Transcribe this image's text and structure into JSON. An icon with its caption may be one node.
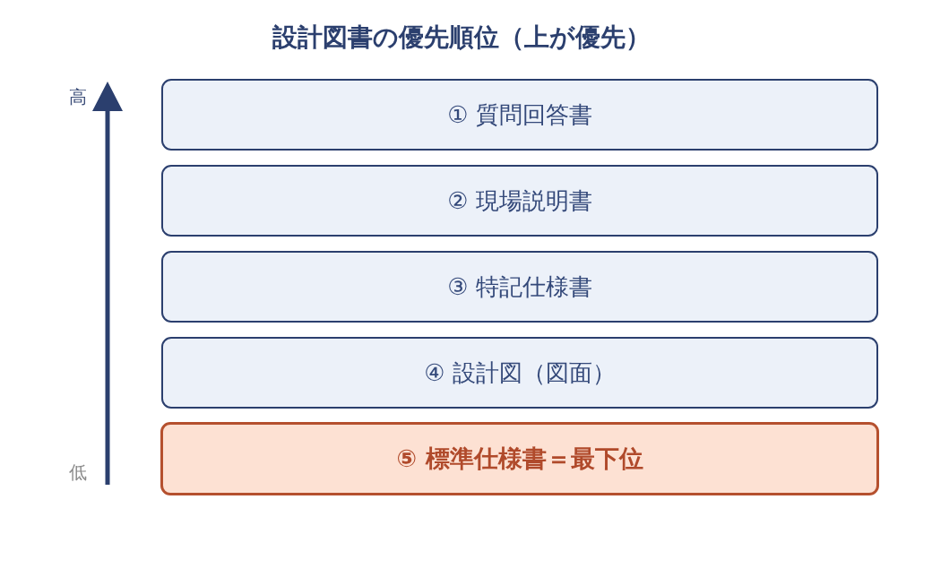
{
  "diagram": {
    "title": "設計図書の優先順位（上が優先）",
    "nodes": [
      {
        "text": [
          "① 質問回答書"
        ]
      },
      {
        "text": [
          "② 現場説明書"
        ]
      },
      {
        "text": [
          "③ 特記仕様書"
        ]
      },
      {
        "text": [
          "④ 設計図（図面）"
        ]
      },
      {
        "text": [
          "⑤ 標準仕様書＝最下位"
        ]
      }
    ],
    "edges": [],
    "labels": [
      "高",
      "低"
    ]
  }
}
